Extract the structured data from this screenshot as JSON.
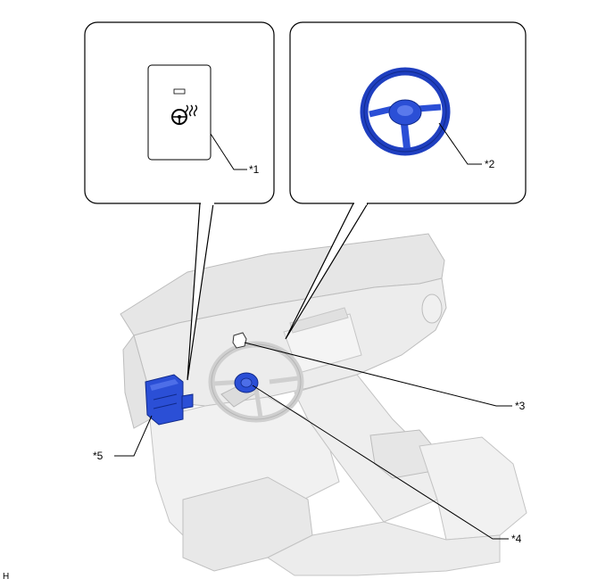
{
  "callouts": {
    "c1": "*1",
    "c2": "*2",
    "c3": "*3",
    "c4": "*4",
    "c5": "*5"
  },
  "corner_mark": "H",
  "icons": {
    "switch_symbol": "heated-steering-wheel-icon"
  },
  "colors": {
    "component_blue": "#2b4fd6",
    "outline": "#000000",
    "vehicle_gray": "#e9e9e9"
  }
}
